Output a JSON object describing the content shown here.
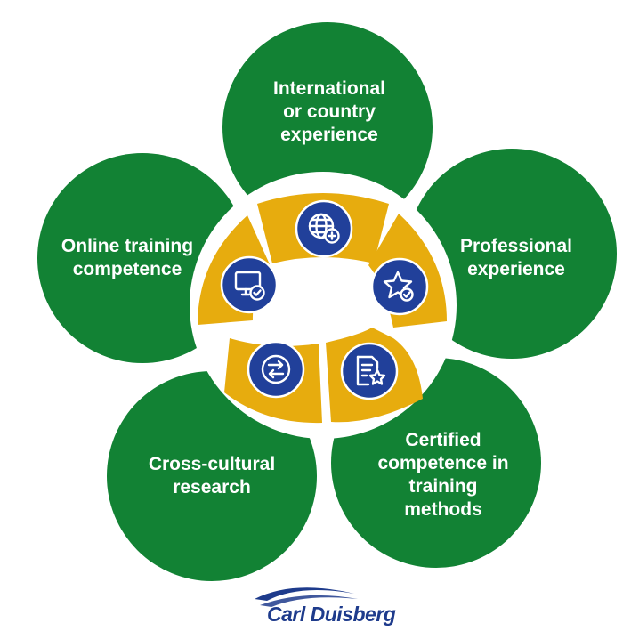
{
  "colors": {
    "petal_green": "#128234",
    "ring_gold": "#E7AC0E",
    "badge_blue": "#21409A",
    "logo_blue": "#1E3B8C"
  },
  "petals": [
    {
      "label": "International\nor country\nexperience",
      "icon": "globe-plus-icon"
    },
    {
      "label": "Professional\nexperience",
      "icon": "star-check-icon"
    },
    {
      "label": "Certified\ncompetence in\ntraining\nmethods",
      "icon": "document-star-icon"
    },
    {
      "label": "Cross-cultural\nresearch",
      "icon": "exchange-arrows-icon"
    },
    {
      "label": "Online training\ncompetence",
      "icon": "monitor-check-icon"
    }
  ],
  "logo": {
    "text": "Carl Duisberg"
  }
}
